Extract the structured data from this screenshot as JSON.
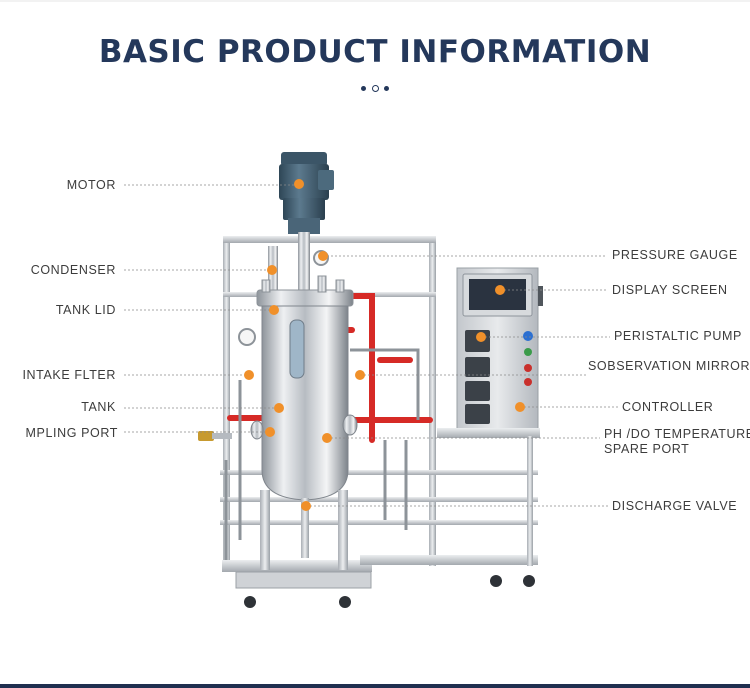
{
  "heading": "BASIC PRODUCT INFORMATION",
  "colors": {
    "heading": "#24385b",
    "marker": "#f0902a",
    "leader": "#8a8a8a",
    "pipe_red": "#d62a26",
    "steel": "#c9ccd0",
    "motor": "#3f5a6e"
  },
  "labels_left": {
    "motor": "MOTOR",
    "condenser": "CONDENSER",
    "tank_lid": "TANK LID",
    "intake_filter": "INTAKE FLTER",
    "tank": "TANK",
    "sampling_port": "MPLING PORT"
  },
  "labels_right": {
    "pressure_gauge": "PRESSURE GAUGE",
    "display_screen": "DISPLAY SCREEN",
    "peristaltic_pump": "PERISTALTIC PUMP",
    "observation_mirror": "SOBSERVATION MIRROR",
    "controller": "CONTROLLER",
    "ph_do_line1": "PH /DO TEMPERATURE",
    "ph_do_line2": "SPARE PORT",
    "discharge_valve": "DISCHARGE VALVE"
  }
}
